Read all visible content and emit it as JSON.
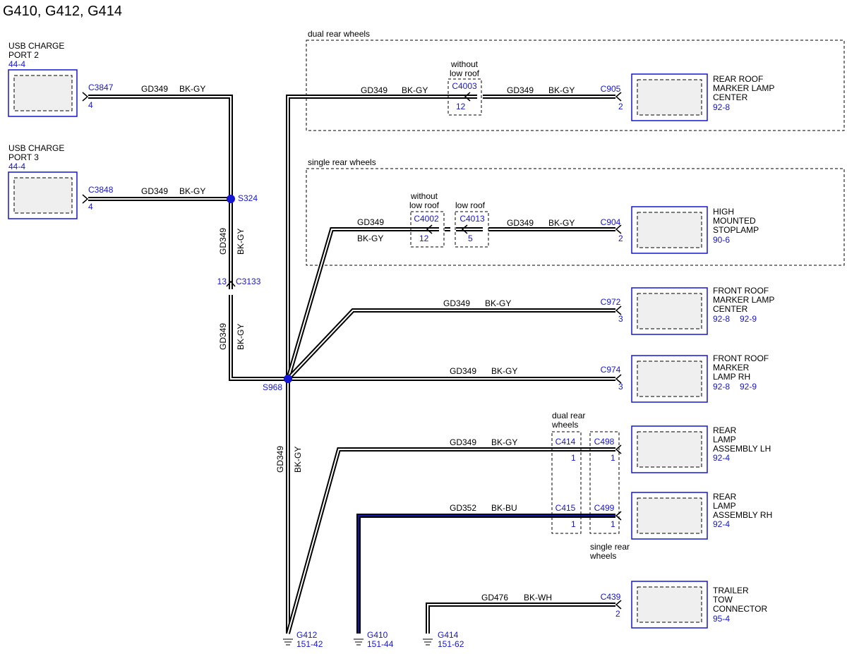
{
  "title": "G410, G412, G414",
  "regions": {
    "dual": "dual rear wheels",
    "single": "single rear wheels"
  },
  "components": {
    "usb2": {
      "l1": "USB CHARGE",
      "l2": "PORT 2",
      "ref": "44-4"
    },
    "usb3": {
      "l1": "USB CHARGE",
      "l2": "PORT 3",
      "ref": "44-4"
    },
    "roof": {
      "l1": "REAR ROOF",
      "l2": "MARKER LAMP",
      "l3": "CENTER",
      "ref": "92-8"
    },
    "stop": {
      "l1": "HIGH",
      "l2": "MOUNTED",
      "l3": "STOPLAMP",
      "ref": "90-6"
    },
    "frc": {
      "l1": "FRONT ROOF",
      "l2": "MARKER LAMP",
      "l3": "CENTER",
      "ref": "92-8",
      "ref2": "92-9"
    },
    "frh": {
      "l1": "FRONT ROOF",
      "l2": "MARKER",
      "l3": "LAMP RH",
      "ref": "92-8",
      "ref2": "92-9"
    },
    "rlh": {
      "l1": "REAR",
      "l2": "LAMP",
      "l3": "ASSEMBLY LH",
      "ref": "92-4"
    },
    "rrh": {
      "l1": "REAR",
      "l2": "LAMP",
      "l3": "ASSEMBLY RH",
      "ref": "92-4"
    },
    "tow": {
      "l1": "TRAILER",
      "l2": "TOW",
      "l3": "CONNECTOR",
      "ref": "95-4"
    }
  },
  "connectors": {
    "c3847": {
      "id": "C3847",
      "pin": "4"
    },
    "c3848": {
      "id": "C3848",
      "pin": "4"
    },
    "c3133": {
      "id": "C3133",
      "pin": "13"
    },
    "c4003": {
      "id": "C4003",
      "pin": "12",
      "note1": "without",
      "note2": "low roof"
    },
    "c905": {
      "id": "C905",
      "pin": "2"
    },
    "c4002": {
      "id": "C4002",
      "pin": "12",
      "note1": "without",
      "note2": "low roof"
    },
    "c4013": {
      "id": "C4013",
      "pin": "5",
      "note1": "low roof"
    },
    "c904": {
      "id": "C904",
      "pin": "2"
    },
    "c972": {
      "id": "C972",
      "pin": "3"
    },
    "c974": {
      "id": "C974",
      "pin": "3"
    },
    "c414": {
      "id": "C414",
      "pin": "1"
    },
    "c498": {
      "id": "C498",
      "pin": "1"
    },
    "c415": {
      "id": "C415",
      "pin": "1"
    },
    "c499": {
      "id": "C499",
      "pin": "1"
    },
    "c439": {
      "id": "C439",
      "pin": "2"
    },
    "dual_note1": "dual rear",
    "dual_note2": "wheels",
    "single_note1": "single rear",
    "single_note2": "wheels"
  },
  "splices": {
    "s324": "S324",
    "s968": "S968"
  },
  "grounds": {
    "g412": {
      "id": "G412",
      "ref": "151-42"
    },
    "g410": {
      "id": "G410",
      "ref": "151-44"
    },
    "g414": {
      "id": "G414",
      "ref": "151-62"
    }
  },
  "wires": {
    "gd349": "GD349",
    "gd352": "GD352",
    "gd476": "GD476",
    "bkgy": "BK-GY",
    "bkbu": "BK-BU",
    "bkwh": "BK-WH"
  },
  "colors": {
    "label_blue": "#1515d6",
    "wire_blue": "#1414a8"
  }
}
